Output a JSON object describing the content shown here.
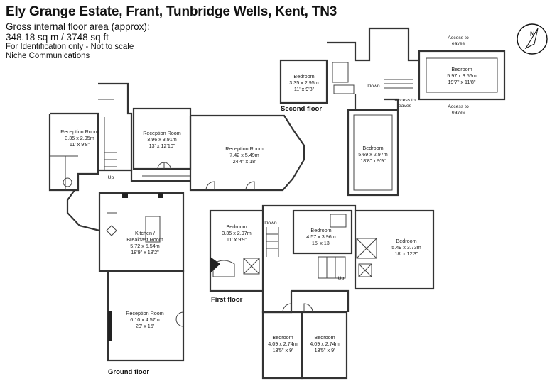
{
  "header": {
    "title": "Ely Grange Estate, Frant, Tunbridge Wells, Kent, TN3",
    "area_label": "Gross internal floor area (approx):",
    "area_value": "348.18 sq m / 3748 sq ft",
    "disclaimer": "For Identification only - Not to scale",
    "company": "Niche Communications"
  },
  "compass": {
    "label": "N"
  },
  "floors": {
    "ground": "Ground floor",
    "first": "First floor",
    "second": "Second floor"
  },
  "rooms": {
    "g_reception1": [
      "Reception Room",
      "3.35 x 2.95m",
      "11' x 9'8\""
    ],
    "g_reception2": [
      "Reception Room",
      "3.96 x 3.91m",
      "13' x 12'10\""
    ],
    "g_reception3": [
      "Reception Room",
      "7.42 x 5.49m",
      "24'4\" x 18'"
    ],
    "g_kitchen": [
      "Kitchen /",
      "Breakfast Room",
      "5.72 x 5.54m",
      "18'9\" x 18'2\""
    ],
    "g_reception4": [
      "Reception Room",
      "6.10 x 4.57m",
      "20' x 15'"
    ],
    "f_bed1": [
      "Bedroom",
      "3.35 x 2.97m",
      "11' x 9'9\""
    ],
    "f_bed2": [
      "Bedroom",
      "4.57 x 3.96m",
      "15' x 13'"
    ],
    "f_bed3": [
      "Bedroom",
      "5.49 x 3.73m",
      "18' x 12'3\""
    ],
    "f_bed4": [
      "Bedroom",
      "4.09 x 2.74m",
      "13'5\" x 9'"
    ],
    "f_bed5": [
      "Bedroom",
      "4.09 x 2.74m",
      "13'5\" x 9'"
    ],
    "s_bed1": [
      "Bedroom",
      "3.35 x 2.95m",
      "11' x 9'8\""
    ],
    "s_bed2": [
      "Bedroom",
      "5.97 x 3.56m",
      "19'7\" x 11'8\""
    ],
    "s_bed3": [
      "Bedroom",
      "5.69 x 2.97m",
      "18'8\" x 9'9\""
    ]
  },
  "labels": {
    "up": "Up",
    "down": "Down",
    "access_eaves": [
      "Access to",
      "eaves"
    ]
  }
}
